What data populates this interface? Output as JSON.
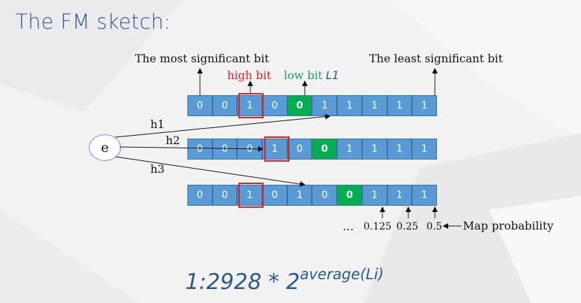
{
  "slide": {
    "title": "The FM sketch:"
  },
  "labels": {
    "msb": "The most significant bit",
    "lsb": "The least significant bit",
    "high_bit": "high bit",
    "low_bit": "low bit",
    "l1": "L1"
  },
  "node": {
    "label": "e"
  },
  "hashes": [
    "h1",
    "h2",
    "h3"
  ],
  "rows": [
    {
      "cells": [
        "0",
        "0",
        "1",
        "0",
        "0",
        "1",
        "1",
        "1",
        "1",
        "1"
      ],
      "high_index": 2,
      "low_index": 4
    },
    {
      "cells": [
        "0",
        "0",
        "0",
        "1",
        "0",
        "0",
        "1",
        "1",
        "1",
        "1"
      ],
      "high_index": 3,
      "low_index": 5
    },
    {
      "cells": [
        "0",
        "0",
        "1",
        "0",
        "1",
        "0",
        "0",
        "1",
        "1",
        "1"
      ],
      "high_index": 2,
      "low_index": 6
    }
  ],
  "probabilities": {
    "ellipsis": "…",
    "values": [
      "0.125",
      "0.25",
      "0.5"
    ],
    "label": "Map probability"
  },
  "formula": {
    "base": "1:2928 * 2",
    "exponent": "average(Li)"
  },
  "colors": {
    "cell_blue": "#5b9bd5",
    "low_green": "#00b050",
    "high_red": "#e02020",
    "title_blue": "#2a5a8c"
  }
}
